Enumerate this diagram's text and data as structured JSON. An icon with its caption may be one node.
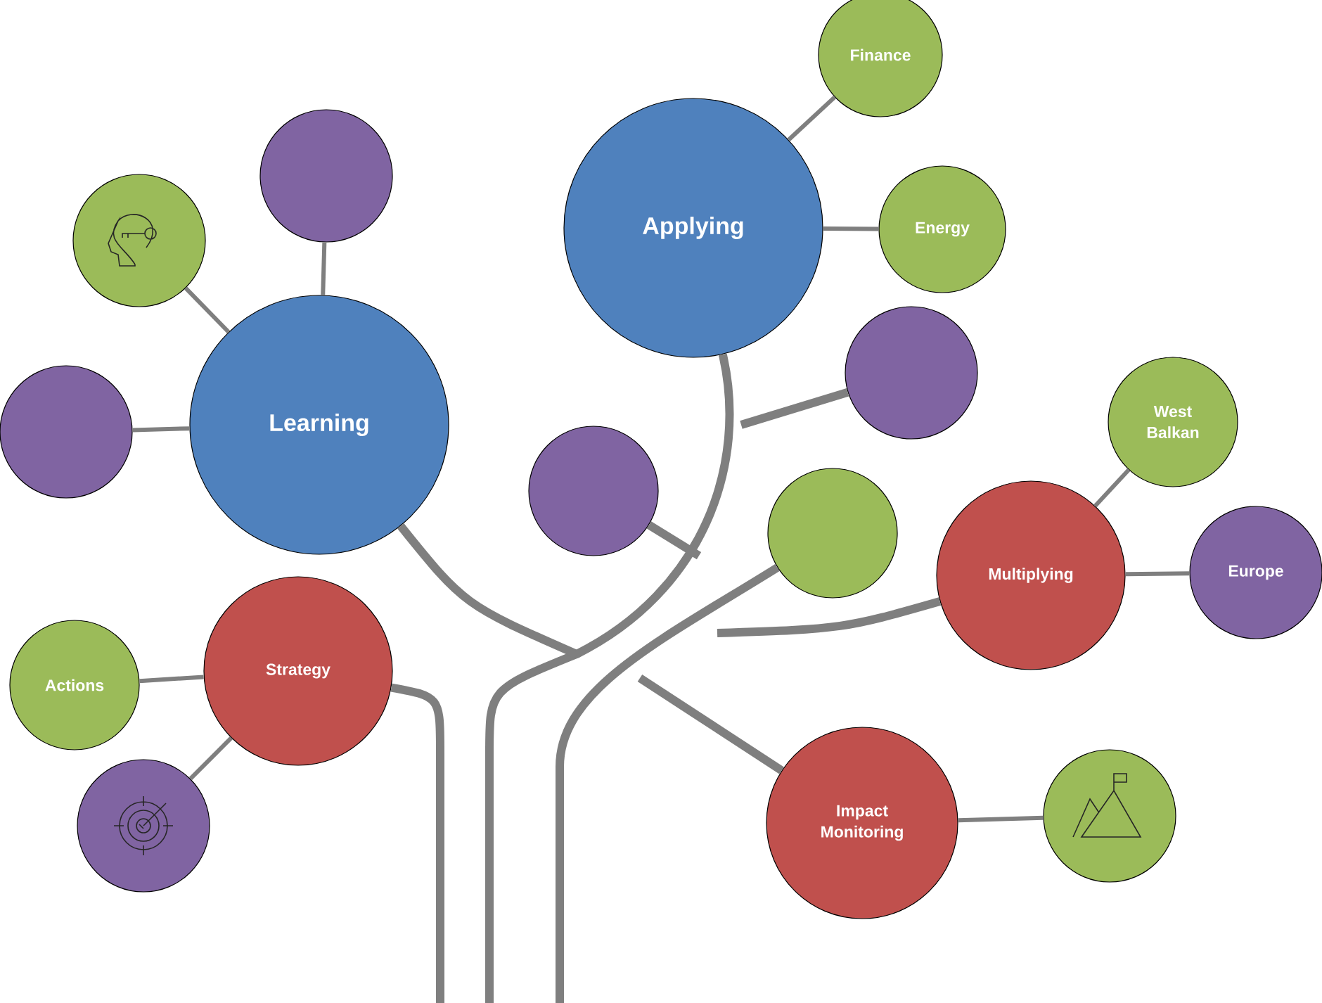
{
  "diagram": {
    "nodes": [
      {
        "text": [
          "Learning"
        ]
      },
      {
        "text": [
          "Applying"
        ]
      },
      {
        "text": [
          "Finance"
        ]
      },
      {
        "text": [
          "Energy"
        ]
      },
      {
        "text": [],
        "shape": "circle"
      },
      {
        "text": [],
        "shape": "circle"
      },
      {
        "text": [],
        "shape": "circle"
      },
      {
        "text": [],
        "shape": "circle"
      },
      {
        "text": [],
        "shape": "circle"
      },
      {
        "text": [],
        "shape": "circle"
      },
      {
        "text": [
          "Multiplying"
        ]
      },
      {
        "text": [
          "West Balkan"
        ]
      },
      {
        "text": [
          "Europe"
        ]
      },
      {
        "text": [
          "Strategy"
        ]
      },
      {
        "text": [
          "Actions"
        ]
      },
      {
        "text": [],
        "shape": "circle"
      },
      {
        "text": [
          "Impact Monitoring"
        ]
      },
      {
        "text": [],
        "shape": "circle"
      }
    ],
    "edges": [
      {
        "from": 0,
        "to": 4,
        "arrow": "none"
      },
      {
        "from": 0,
        "to": 5,
        "arrow": "none"
      },
      {
        "from": 0,
        "to": 6,
        "arrow": "none"
      },
      {
        "from": 1,
        "to": 2,
        "arrow": "none"
      },
      {
        "from": 1,
        "to": 3,
        "arrow": "none"
      },
      {
        "from": 10,
        "to": 11,
        "arrow": "none"
      },
      {
        "from": 10,
        "to": 12,
        "arrow": "none"
      },
      {
        "from": 13,
        "to": 14,
        "arrow": "none"
      },
      {
        "from": 13,
        "to": 15,
        "arrow": "none"
      },
      {
        "from": 16,
        "to": 17,
        "arrow": "none"
      },
      {
        "from": 0,
        "to": null,
        "arrow": "none",
        "style": "thick"
      },
      {
        "from": 1,
        "to": null,
        "arrow": "none",
        "style": "thick"
      },
      {
        "from": 7,
        "to": null,
        "arrow": "none",
        "style": "thick"
      },
      {
        "from": 8,
        "to": null,
        "arrow": "none",
        "style": "thick"
      },
      {
        "from": 9,
        "to": null,
        "arrow": "none",
        "style": "thick"
      },
      {
        "from": 10,
        "to": null,
        "arrow": "none",
        "style": "thick"
      },
      {
        "from": 16,
        "to": null,
        "arrow": "none",
        "style": "thick"
      },
      {
        "from": 13,
        "to": null,
        "arrow": "none",
        "style": "thick"
      }
    ]
  }
}
